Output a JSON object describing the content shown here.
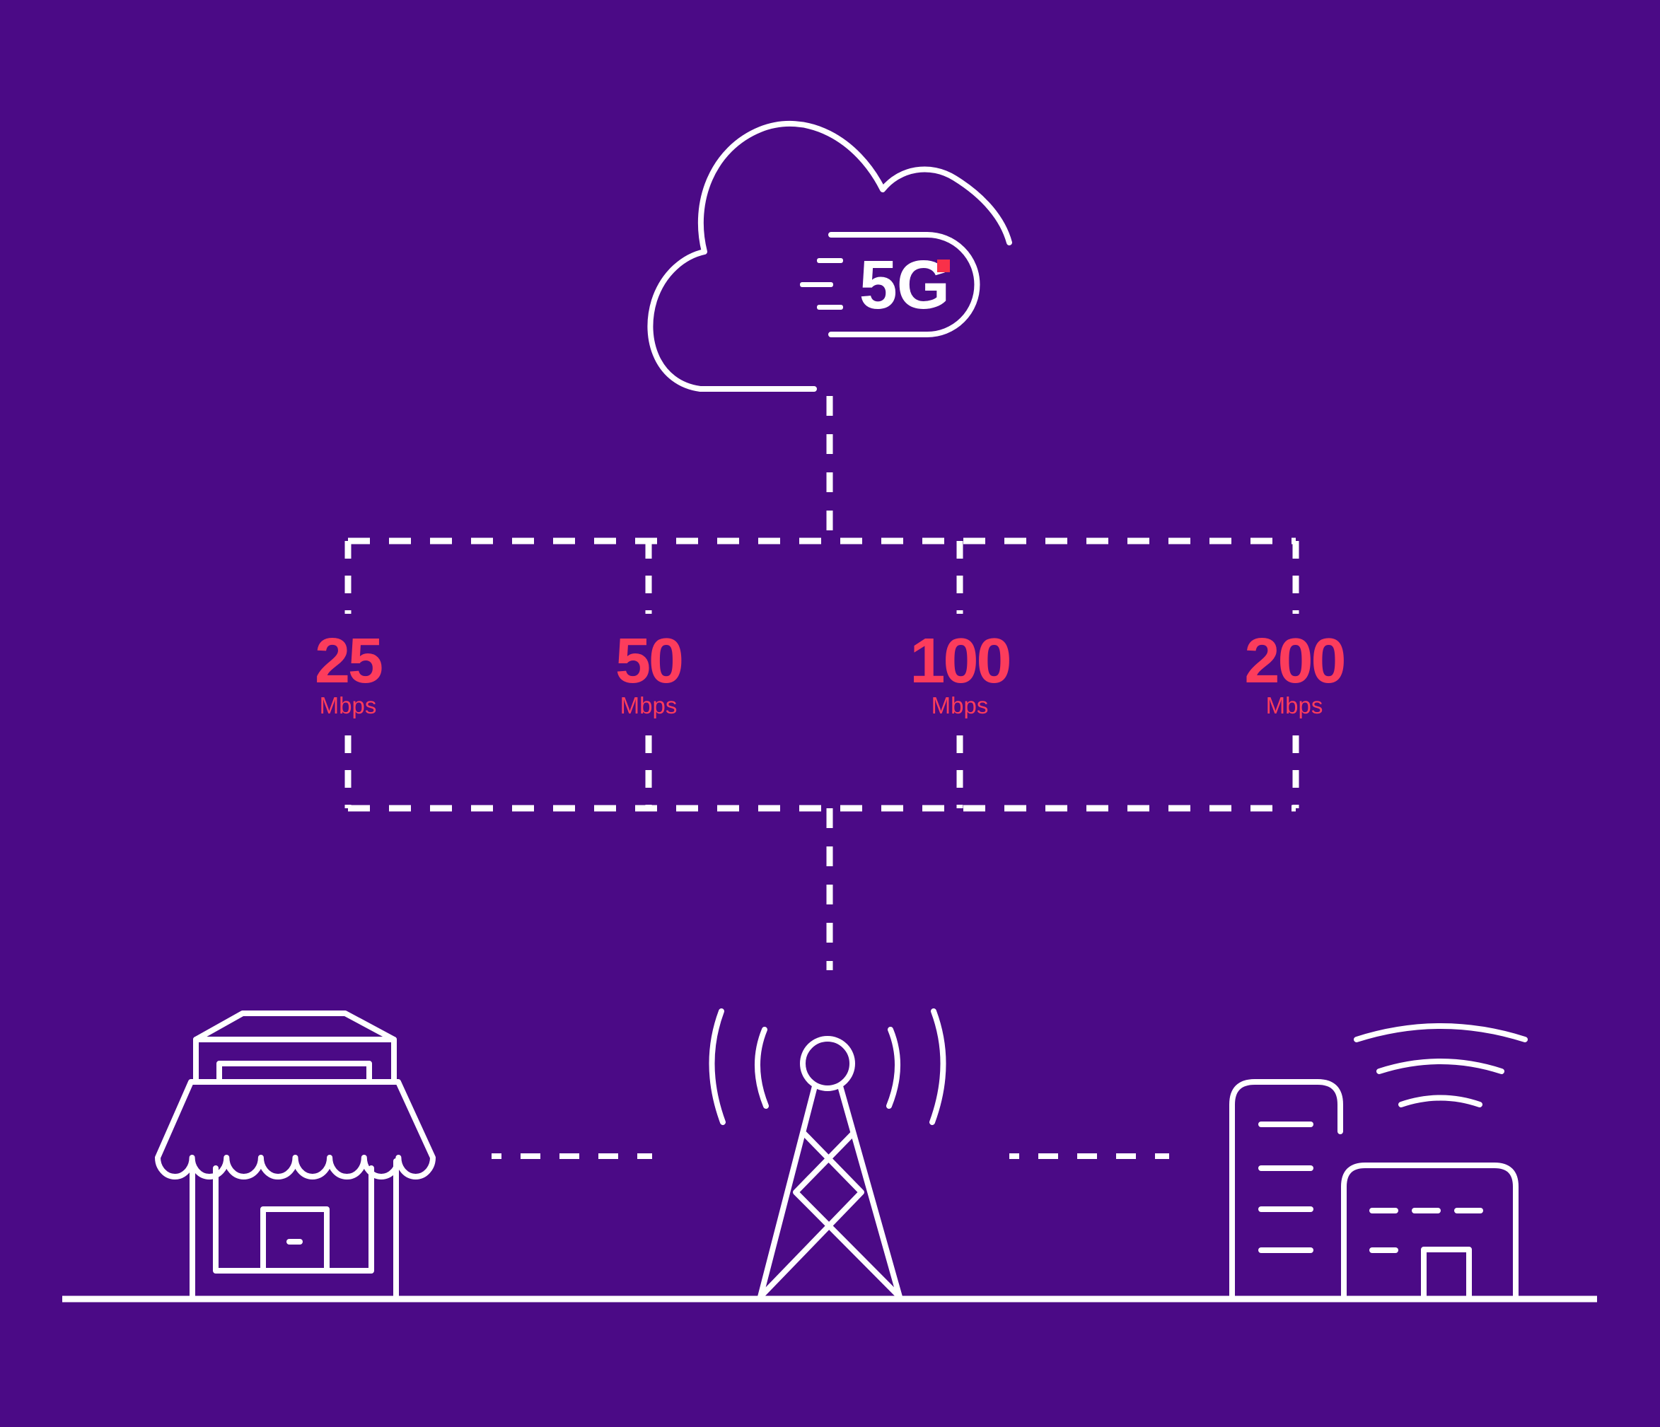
{
  "diagram": {
    "title_present": false,
    "description": "5G cloud network infographic: a 5G cloud feeds four speed tiers over dashed links down to a cell tower serving a small store and office buildings",
    "colors": {
      "background": "#4B0A86",
      "line_white": "#FFFFFF",
      "accent_red": "#FC3C5C",
      "logo_square_red": "#F93049"
    },
    "logo": {
      "text": "5G",
      "speed_dash_count": 3
    },
    "tiers": [
      {
        "value": "25",
        "unit": "Mbps"
      },
      {
        "value": "50",
        "unit": "Mbps"
      },
      {
        "value": "100",
        "unit": "Mbps"
      },
      {
        "value": "200",
        "unit": "Mbps"
      }
    ],
    "icons": [
      "cloud-icon",
      "fiveg-pill-icon",
      "speed-lines-icon",
      "storefront-icon",
      "cell-tower-icon",
      "signal-waves-icon",
      "office-buildings-icon",
      "wifi-icon"
    ],
    "connections": [
      "cloud-to-tier-grid-dashed-line",
      "tier-grid-dashed-box",
      "tier-grid-to-tower-dashed-line",
      "store-to-tower-dashed-line",
      "tower-to-buildings-dashed-line",
      "ground-line"
    ]
  }
}
